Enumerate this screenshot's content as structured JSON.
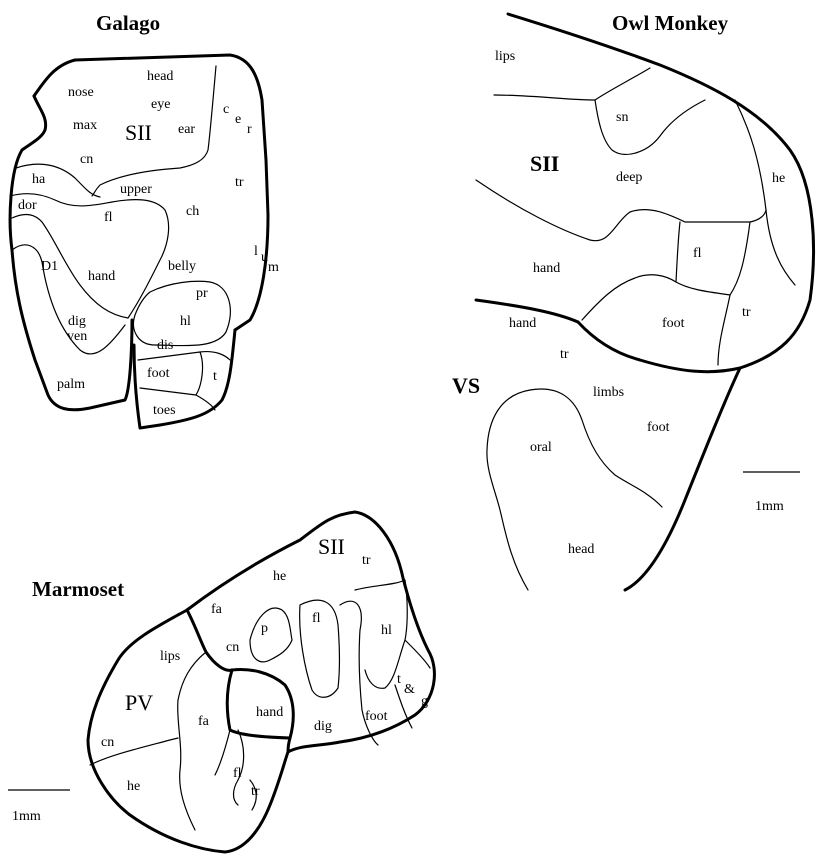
{
  "galago": {
    "title": "Galago",
    "area": "SII",
    "labels": {
      "head": "head",
      "nose": "nose",
      "eye": "eye",
      "max": "max",
      "ear": "ear",
      "c": "c",
      "e": "e",
      "r": "r",
      "cn": "cn",
      "tr": "tr",
      "ha": "ha",
      "upper": "upper",
      "dor": "dor",
      "fl": "fl",
      "ch": "ch",
      "d1": "D1",
      "hand": "hand",
      "l": "l",
      "u": "u",
      "m": "m",
      "belly": "belly",
      "pr": "pr",
      "dig": "dig",
      "hl": "hl",
      "ven": "ven",
      "dis": "dis",
      "foot": "foot",
      "t": "t",
      "palm": "palm",
      "toes": "toes"
    }
  },
  "owl_monkey": {
    "title": "Owl Monkey",
    "area": "SII",
    "vs": "VS",
    "labels": {
      "lips": "lips",
      "sn": "sn",
      "deep": "deep",
      "he": "he",
      "fl": "fl",
      "hand1": "hand",
      "hand2": "hand",
      "foot1": "foot",
      "tr1": "tr",
      "tr2": "tr",
      "limbs": "limbs",
      "oral": "oral",
      "foot2": "foot",
      "head": "head"
    },
    "scale": "1mm"
  },
  "marmoset": {
    "title": "Marmoset",
    "area_sii": "SII",
    "area_pv": "PV",
    "labels": {
      "tr1": "tr",
      "he1": "he",
      "fa1": "fa",
      "p": "p",
      "fl1": "fl",
      "hl": "hl",
      "cn1": "cn",
      "lips": "lips",
      "t": "t",
      "amp": "&",
      "g": "g",
      "hand": "hand",
      "dig": "dig",
      "foot": "foot",
      "fa2": "fa",
      "cn2": "cn",
      "he2": "he",
      "fl2": "fl",
      "tr2": "tr"
    },
    "scale": "1mm"
  }
}
